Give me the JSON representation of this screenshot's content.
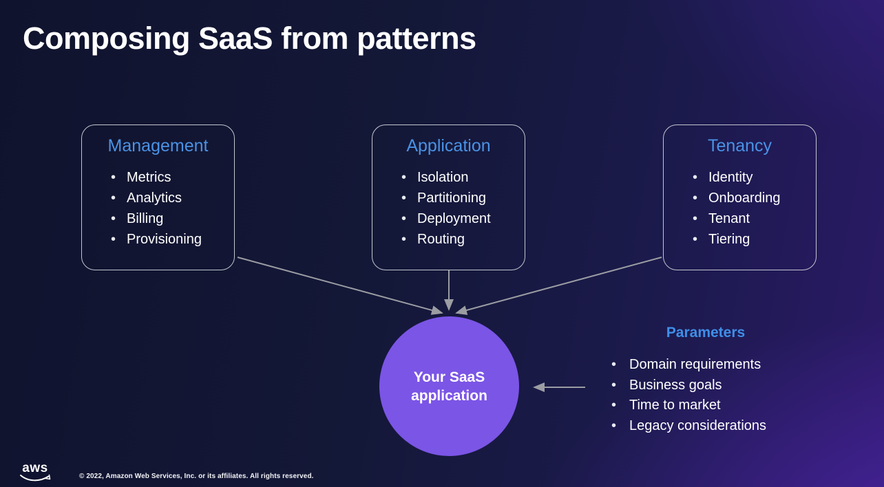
{
  "slide": {
    "title": "Composing SaaS from patterns",
    "pattern_groups": [
      {
        "title": "Management",
        "items": [
          "Metrics",
          "Analytics",
          "Billing",
          "Provisioning"
        ]
      },
      {
        "title": "Application",
        "items": [
          "Isolation",
          "Partitioning",
          "Deployment",
          "Routing"
        ]
      },
      {
        "title": "Tenancy",
        "items": [
          "Identity",
          "Onboarding",
          "Tenant",
          "Tiering"
        ]
      }
    ],
    "center_node": {
      "lines": [
        "Your SaaS",
        "application"
      ]
    },
    "parameters": {
      "title": "Parameters",
      "items": [
        "Domain requirements",
        "Business goals",
        "Time to market",
        "Legacy considerations"
      ]
    },
    "footer": {
      "logo": "aws",
      "copyright": "© 2022, Amazon Web Services, Inc. or its affiliates. All rights reserved."
    },
    "colors": {
      "heading_blue": "#4A92E5",
      "parameters_blue": "#3F8EE8",
      "circle_purple": "#7B55E6",
      "arrow_gray": "#9B9DA3",
      "box_border_gray": "#C3C7CF",
      "background_navy": "#10132D",
      "background_purple": "#39177E",
      "text_white": "#FFFFFF"
    }
  }
}
